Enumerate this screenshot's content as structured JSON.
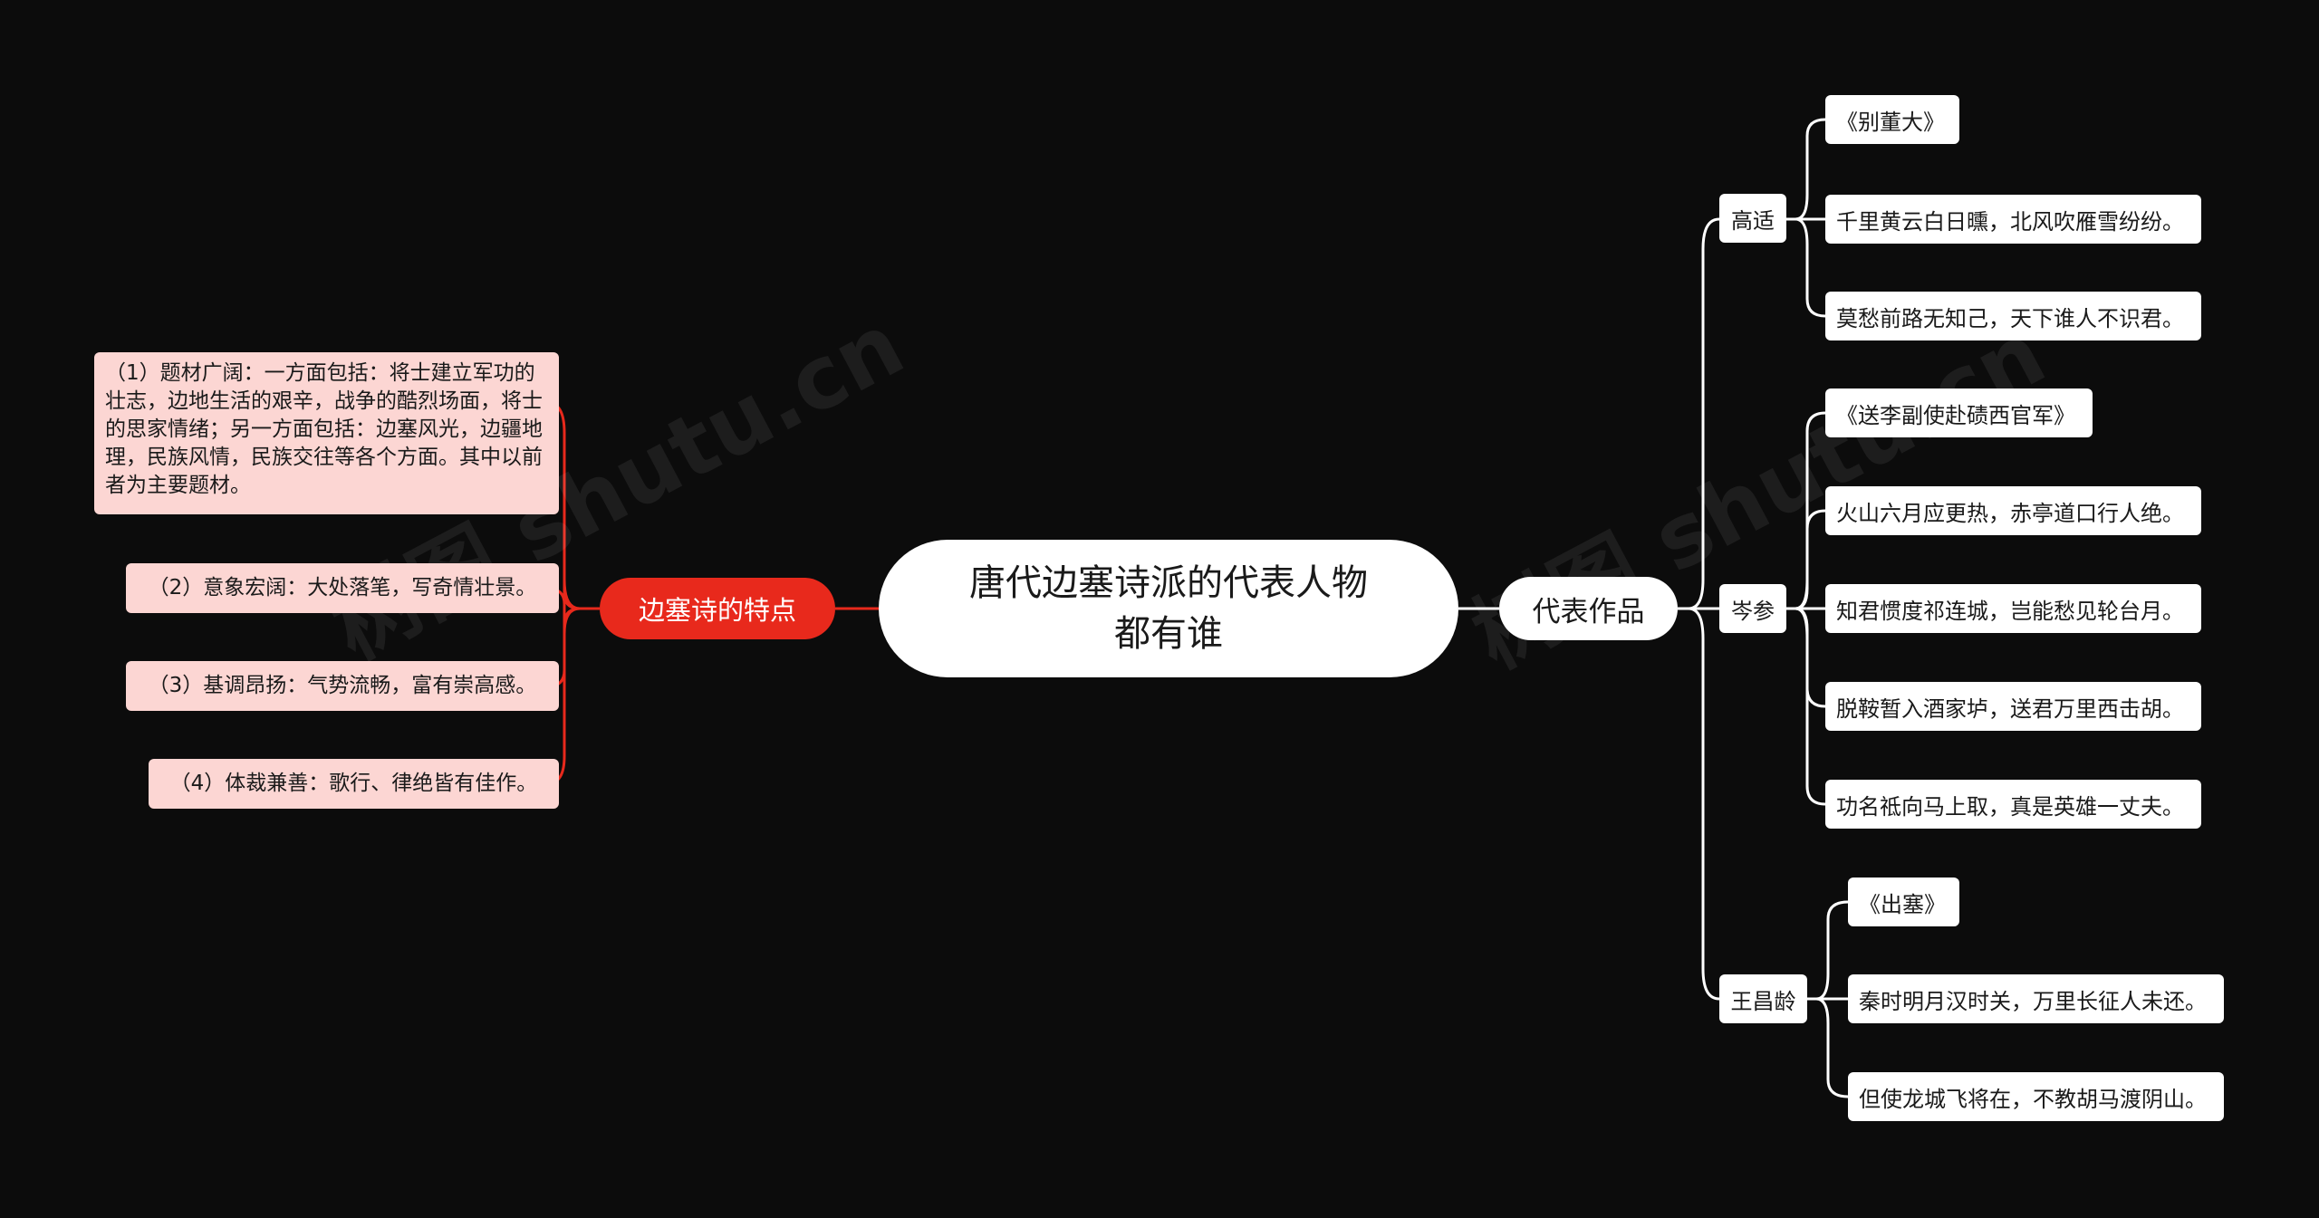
{
  "central": {
    "title": "唐代边塞诗派的代表人物\n都有谁"
  },
  "features": {
    "label": "边塞诗的特点",
    "items": [
      "（1）题材广阔：一方面包括：将士建立军功的壮志，边地生活的艰辛，战争的酷烈场面，将士的思家情绪；另一方面包括：边塞风光，边疆地理，民族风情，民族交往等各个方面。其中以前者为主要题材。",
      "（2）意象宏阔：大处落笔，写奇情壮景。",
      "（3）基调昂扬：气势流畅，富有崇高感。",
      "（4）体裁兼善：歌行、律绝皆有佳作。"
    ]
  },
  "works": {
    "label": "代表作品",
    "poets": [
      {
        "name": "高适",
        "works": [
          "《别董大》",
          "千里黄云白日曛，北风吹雁雪纷纷。",
          "莫愁前路无知己，天下谁人不识君。"
        ]
      },
      {
        "name": "岑参",
        "works": [
          "《送李副使赴碛西官军》",
          "火山六月应更热，赤亭道口行人绝。",
          "知君惯度祁连城，岂能愁见轮台月。",
          "脱鞍暂入酒家垆，送君万里西击胡。",
          "功名祗向马上取，真是英雄一丈夫。"
        ]
      },
      {
        "name": "王昌龄",
        "works": [
          "《出塞》",
          "秦时明月汉时关，万里长征人未还。",
          "但使龙城飞将在，不教胡马渡阴山。"
        ]
      }
    ]
  },
  "watermark": {
    "text": "树图 shutu.cn"
  },
  "colors": {
    "background": "#0c0c0c",
    "red_branch": "#e8291c",
    "pink_leaf": "#fcd6d3",
    "white_link": "#ffffff"
  }
}
